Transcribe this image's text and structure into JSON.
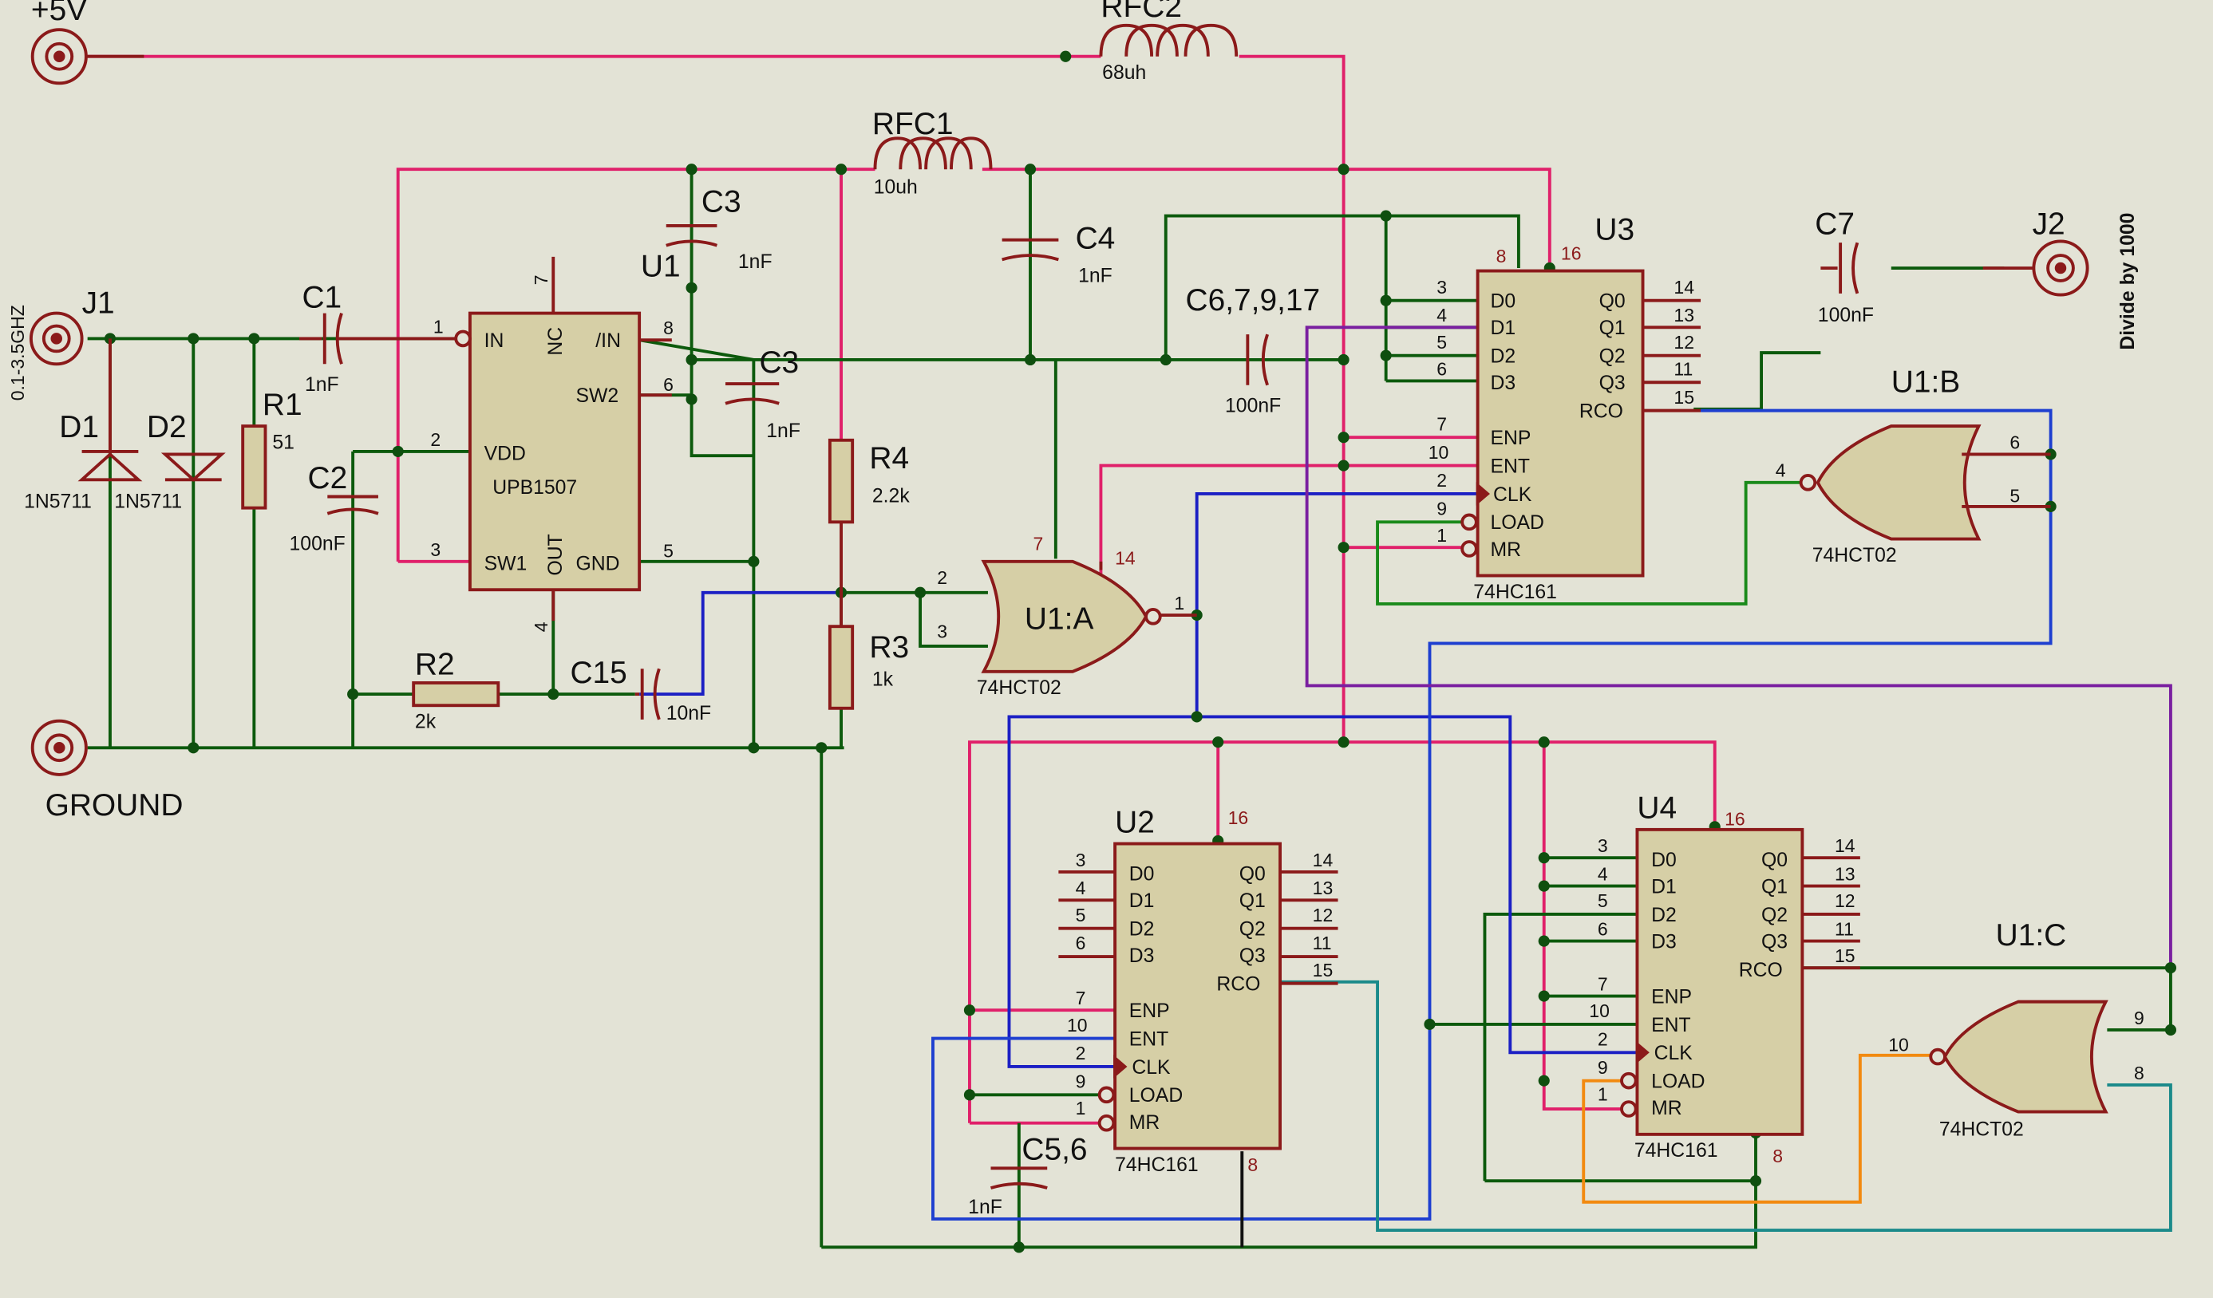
{
  "labels": {
    "vcc": "+5V",
    "ground": "GROUND",
    "j1": "J1",
    "j1_freq": "0.1-3.5GHZ",
    "j2": "J2",
    "divide": "Divide by 1000",
    "rfc2": "RFC2",
    "rfc2_val": "68uh",
    "rfc1": "RFC1",
    "rfc1_val": "10uh",
    "c1": "C1",
    "c1_val": "1nF",
    "c2": "C2",
    "c2_val": "100nF",
    "c3a": "C3",
    "c3a_val": "1nF",
    "c3b": "C3",
    "c3b_val": "1nF",
    "c4": "C4",
    "c4_val": "1nF",
    "c6": "C6,7,9,17",
    "c6_val": "100nF",
    "c7": "C7",
    "c7_val": "100nF",
    "c15": "C15",
    "c15_val": "10nF",
    "c56": "C5,6",
    "c56_val": "1nF",
    "r1": "R1",
    "r1_val": "51",
    "r2": "R2",
    "r2_val": "2k",
    "r3": "R3",
    "r3_val": "1k",
    "r4": "R4",
    "r4_val": "2.2k",
    "d1": "D1",
    "d1_val": "1N5711",
    "d2": "D2",
    "d2_val": "1N5711",
    "u1": "U1",
    "u1_part": "UPB1507",
    "u1a": "U1:A",
    "u1b": "U1:B",
    "u1c": "U1:C",
    "nor_part": "74HCT02",
    "u2": "U2",
    "u3": "U3",
    "u4": "U4",
    "counter_part": "74HC161"
  },
  "upb_pins": {
    "in": "IN",
    "nc": "NC",
    "nin": "/IN",
    "sw2": "SW2",
    "vdd": "VDD",
    "sw1": "SW1",
    "out": "OUT",
    "gnd": "GND",
    "p1": "1",
    "p7": "7",
    "p8": "8",
    "p6": "6",
    "p2": "2",
    "p3": "3",
    "p4": "4",
    "p5": "5"
  },
  "counter_pins": {
    "d0": "D0",
    "d1": "D1",
    "d2": "D2",
    "d3": "D3",
    "enp": "ENP",
    "ent": "ENT",
    "clk": "CLK",
    "load": "LOAD",
    "mr": "MR",
    "q0": "Q0",
    "q1": "Q1",
    "q2": "Q2",
    "q3": "Q3",
    "rco": "RCO",
    "n3": "3",
    "n4": "4",
    "n5": "5",
    "n6": "6",
    "n7": "7",
    "n10": "10",
    "n2": "2",
    "n9": "9",
    "n1": "1",
    "n14": "14",
    "n13": "13",
    "n12": "12",
    "n11": "11",
    "n15": "15",
    "n16": "16",
    "n8": "8"
  },
  "nor_pins": {
    "a_in1": "2",
    "a_in2": "3",
    "a_out": "1",
    "a_vcc": "14",
    "a_gnd": "7",
    "b_in1": "6",
    "b_in2": "5",
    "b_out": "4",
    "c_in1": "9",
    "c_in2": "8",
    "c_out": "10"
  },
  "colors": {
    "component": "#8b1a1a",
    "power": "#e0206a",
    "ground": "#0c5a0c",
    "junction": "#0f4f0f",
    "clock_blue": "#1b1fc4",
    "blue_b": "#1e3fd0",
    "purple": "#7a1fa0",
    "green": "#1a8a1a",
    "orange": "#f28a10",
    "teal": "#1a8a8a",
    "black": "#111111",
    "background": "#e3e3d6"
  }
}
